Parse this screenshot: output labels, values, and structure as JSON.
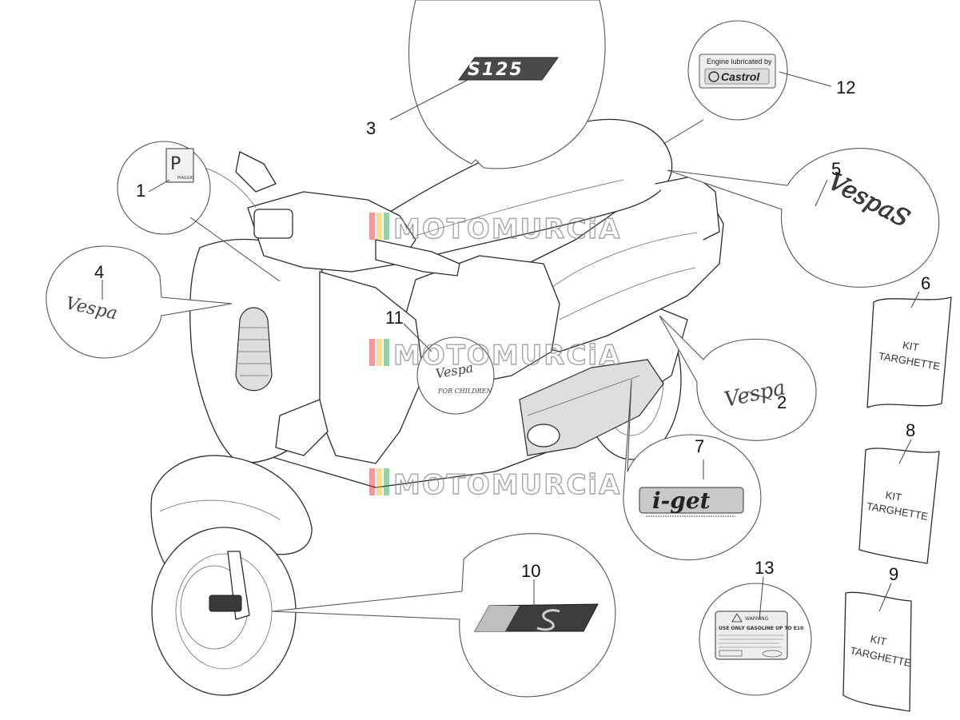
{
  "watermark": {
    "text": "MOTOMURCiA",
    "stripe_colors": [
      "#e02020",
      "#f2b800",
      "#1a9a3a"
    ]
  },
  "callouts": [
    {
      "id": "c1",
      "number": "1"
    },
    {
      "id": "c2",
      "number": "2"
    },
    {
      "id": "c3",
      "number": "3"
    },
    {
      "id": "c4",
      "number": "4"
    },
    {
      "id": "c5",
      "number": "5"
    },
    {
      "id": "c6",
      "number": "6"
    },
    {
      "id": "c7",
      "number": "7"
    },
    {
      "id": "c8",
      "number": "8"
    },
    {
      "id": "c9",
      "number": "9"
    },
    {
      "id": "c10",
      "number": "10"
    },
    {
      "id": "c11",
      "number": "11"
    },
    {
      "id": "c12",
      "number": "12"
    },
    {
      "id": "c13",
      "number": "13"
    }
  ],
  "badges": {
    "s125": {
      "text": "S125"
    },
    "castrol": {
      "header": "Engine lubricated by",
      "brand": "Castrol"
    },
    "vespa_script": "Vespa",
    "vespa_script_side": "Vespa",
    "vespa_s": "VespaS",
    "iget": "i-get",
    "for_children": "FOR CHILDREN",
    "piaggio_plate": {
      "letter": "P",
      "brand": "PIAGGIO"
    },
    "warning_label": {
      "title": "WARNING",
      "line1": "USE ONLY GASOLINE UP TO E10"
    }
  },
  "kits": [
    {
      "id": "k6",
      "line1": "KIT",
      "line2": "TARGHETTE"
    },
    {
      "id": "k8",
      "line1": "KIT",
      "line2": "TARGHETTE"
    },
    {
      "id": "k9",
      "line1": "KIT",
      "line2": "TARGHETTE"
    }
  ]
}
